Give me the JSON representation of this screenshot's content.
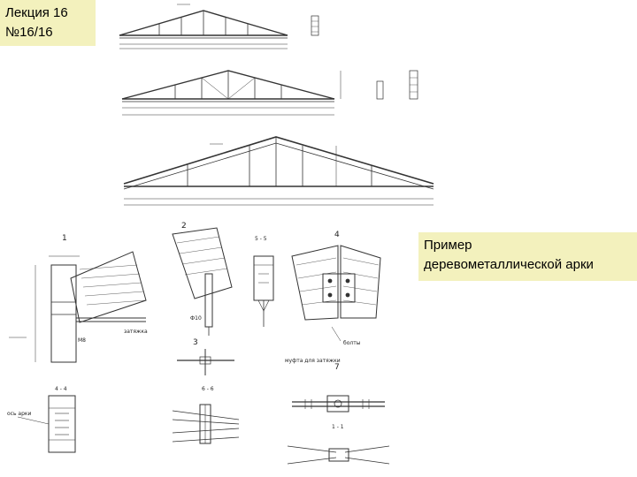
{
  "header": {
    "lecture": "Лекция 16",
    "number": "№16/16"
  },
  "caption": {
    "line1": "Пример",
    "line2": "деревометаллической арки"
  },
  "drawing": {
    "label_tie": "затяжка",
    "label_bolts": "болты",
    "label_coupling": "муфта для затяжки",
    "label_arch_axis": "ось арки",
    "label_bolt": "М8",
    "section_55": "5 - 5",
    "section_66": "6 - 6",
    "section_44": "4 - 4",
    "section_11": "1 - 1",
    "node_1": "1",
    "node_2": "2",
    "node_3": "3",
    "node_4": "4",
    "node_7": "7",
    "rod_label": "Ф10"
  }
}
